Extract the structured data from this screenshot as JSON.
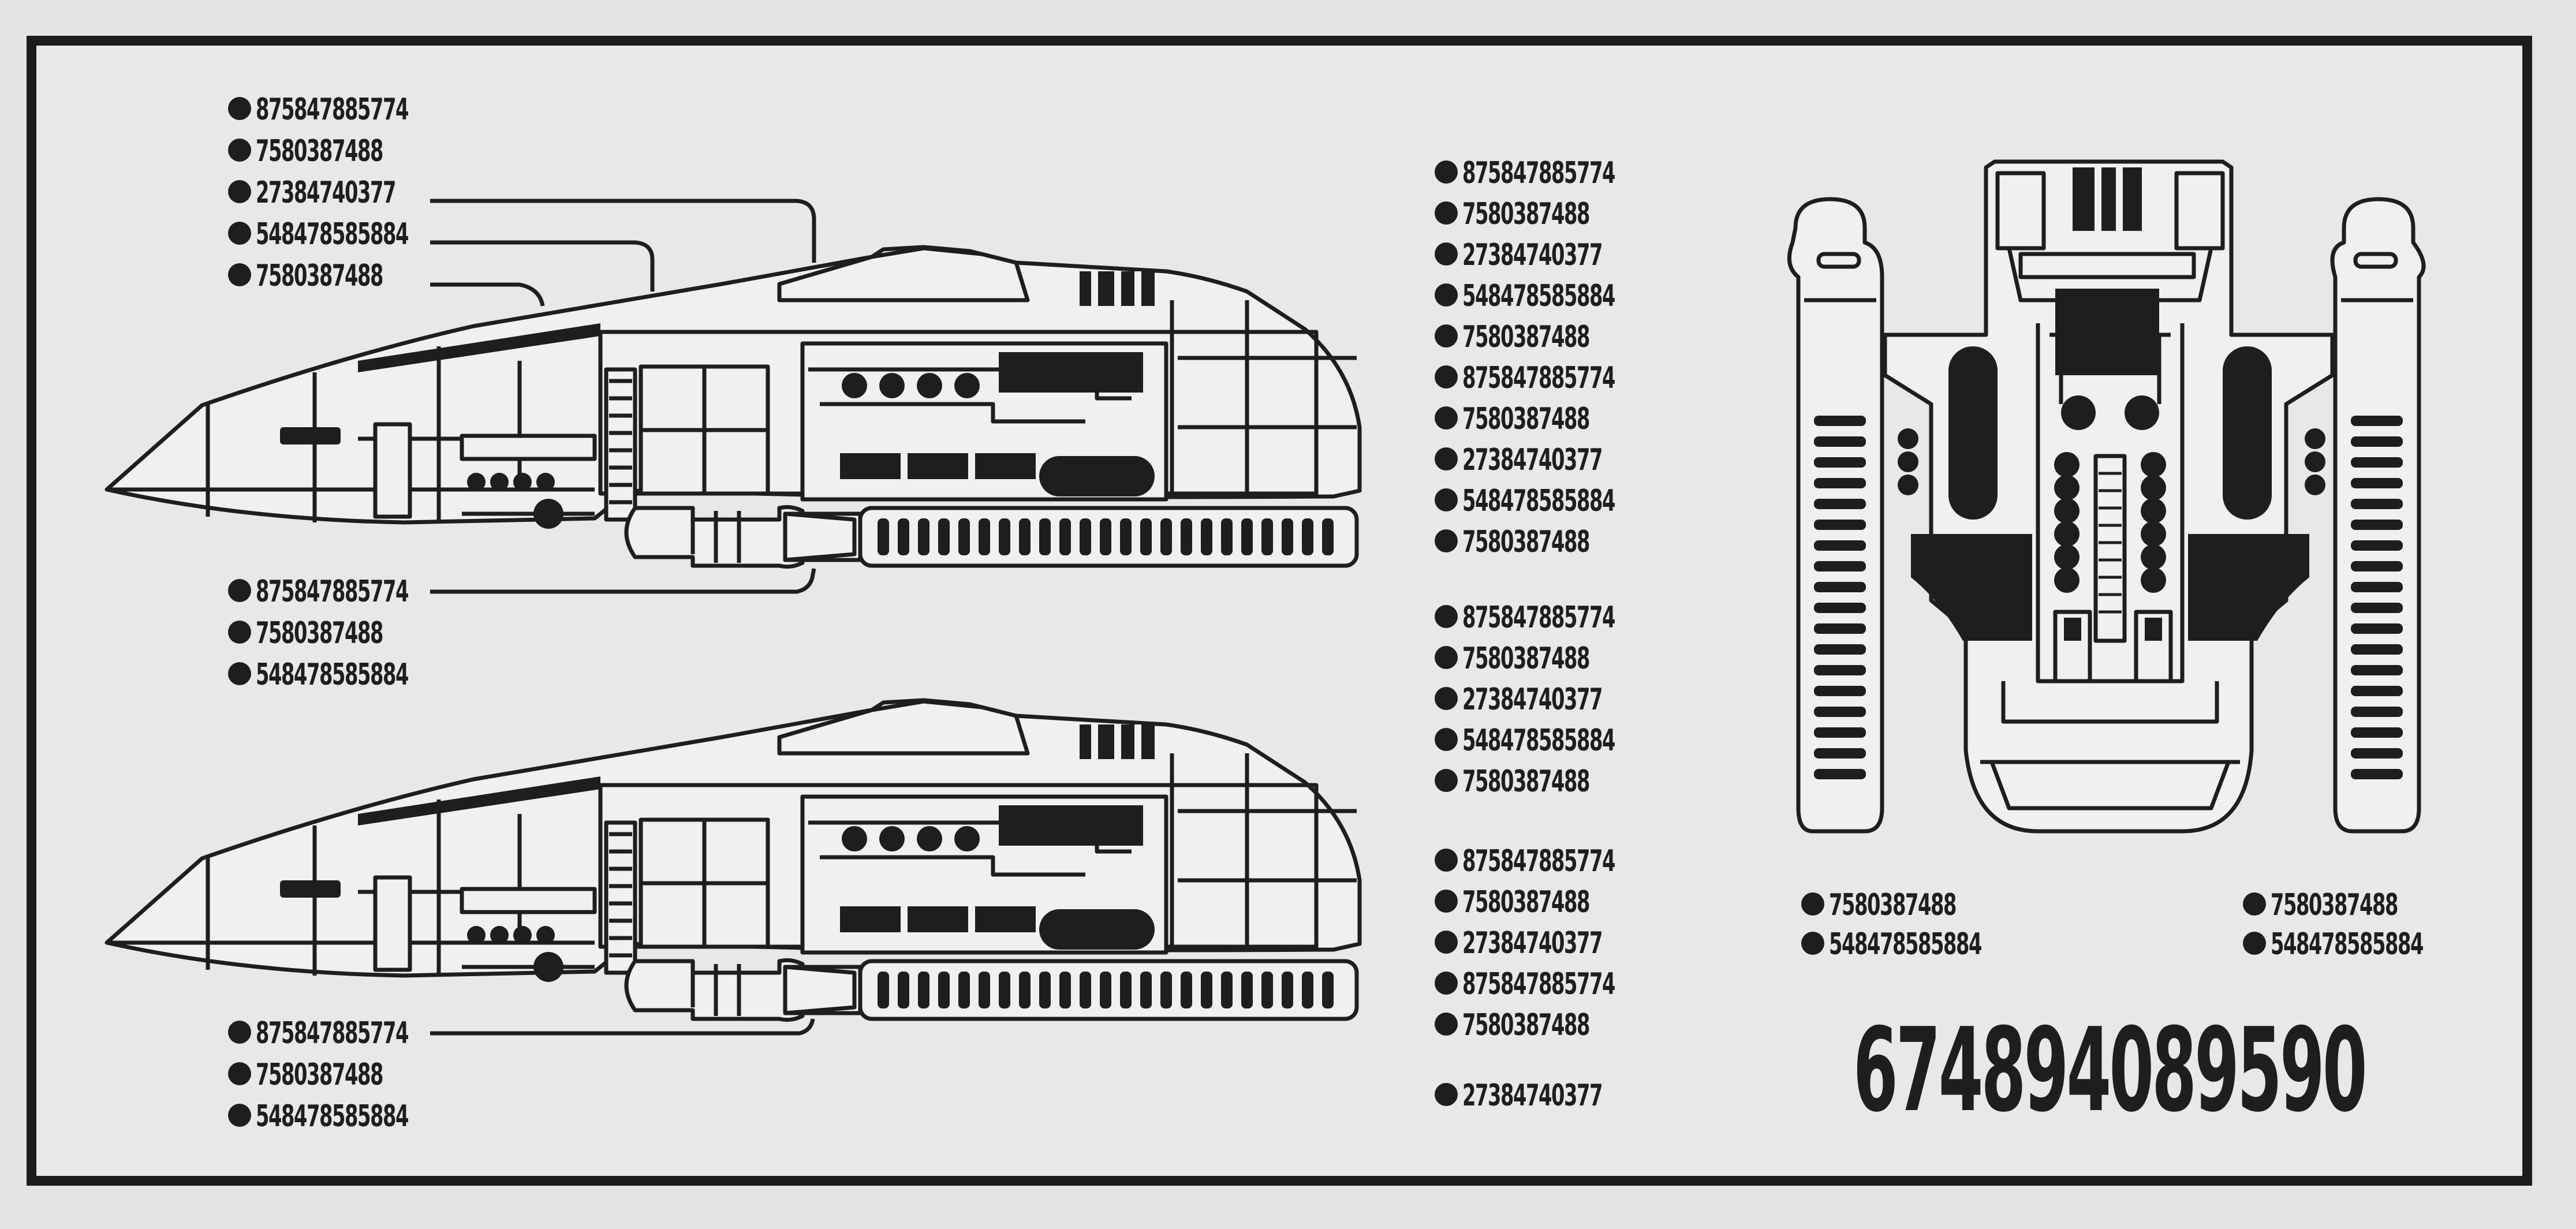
{
  "side_view_top_labels": [
    "875847885774",
    "7580387488",
    "27384740377",
    "548478585884",
    "7580387488"
  ],
  "side_view_top_bottom_labels": [
    "875847885774",
    "7580387488",
    "548478585884"
  ],
  "side_view_bottom_labels": [
    "875847885774",
    "7580387488",
    "548478585884"
  ],
  "center_labels_group1": [
    "875847885774",
    "7580387488",
    "27384740377",
    "548478585884",
    "7580387488",
    "875847885774",
    "7580387488",
    "27384740377",
    "548478585884",
    "7580387488"
  ],
  "center_labels_group2": [
    "875847885774",
    "7580387488",
    "27384740377",
    "548478585884",
    "7580387488"
  ],
  "center_labels_group3": [
    "875847885774",
    "7580387488",
    "27384740377",
    "875847885774",
    "7580387488"
  ],
  "center_labels_group4": [
    "27384740377"
  ],
  "top_view_labels_left": [
    "7580387488",
    "548478585884"
  ],
  "top_view_labels_right": [
    "7580387488",
    "548478585884"
  ],
  "registry_number": "674894089590",
  "colors": {
    "ink": "#1e1e1e",
    "paper": "#e8e8e6",
    "fill": "#f0f0ee"
  }
}
